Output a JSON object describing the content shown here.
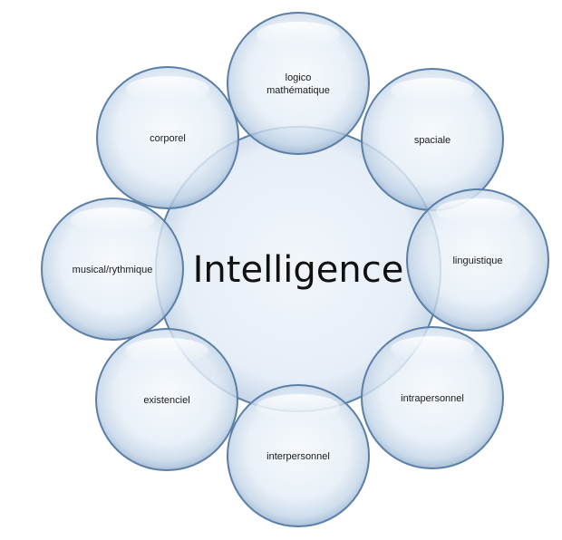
{
  "center": {
    "label": "Intelligence"
  },
  "petals": [
    {
      "id": "logico",
      "lines": [
        "logico",
        "mathématique"
      ]
    },
    {
      "id": "spaciale",
      "lines": [
        "spaciale"
      ]
    },
    {
      "id": "linguistique",
      "lines": [
        "linguistique"
      ]
    },
    {
      "id": "intrapersonnel",
      "lines": [
        "intrapersonnel"
      ]
    },
    {
      "id": "interpersonnel",
      "lines": [
        "interpersonnel"
      ]
    },
    {
      "id": "existenciel",
      "lines": [
        "existenciel"
      ]
    },
    {
      "id": "musical",
      "lines": [
        "musical/rythmique"
      ]
    },
    {
      "id": "corporel",
      "lines": [
        "corporel"
      ]
    }
  ],
  "colors": {
    "bubble_fill_light": "#f4f8fc",
    "bubble_fill_mid": "#dce7f2",
    "bubble_fill_dark": "#a9c0da",
    "bubble_stroke": "#5b7fa6"
  }
}
